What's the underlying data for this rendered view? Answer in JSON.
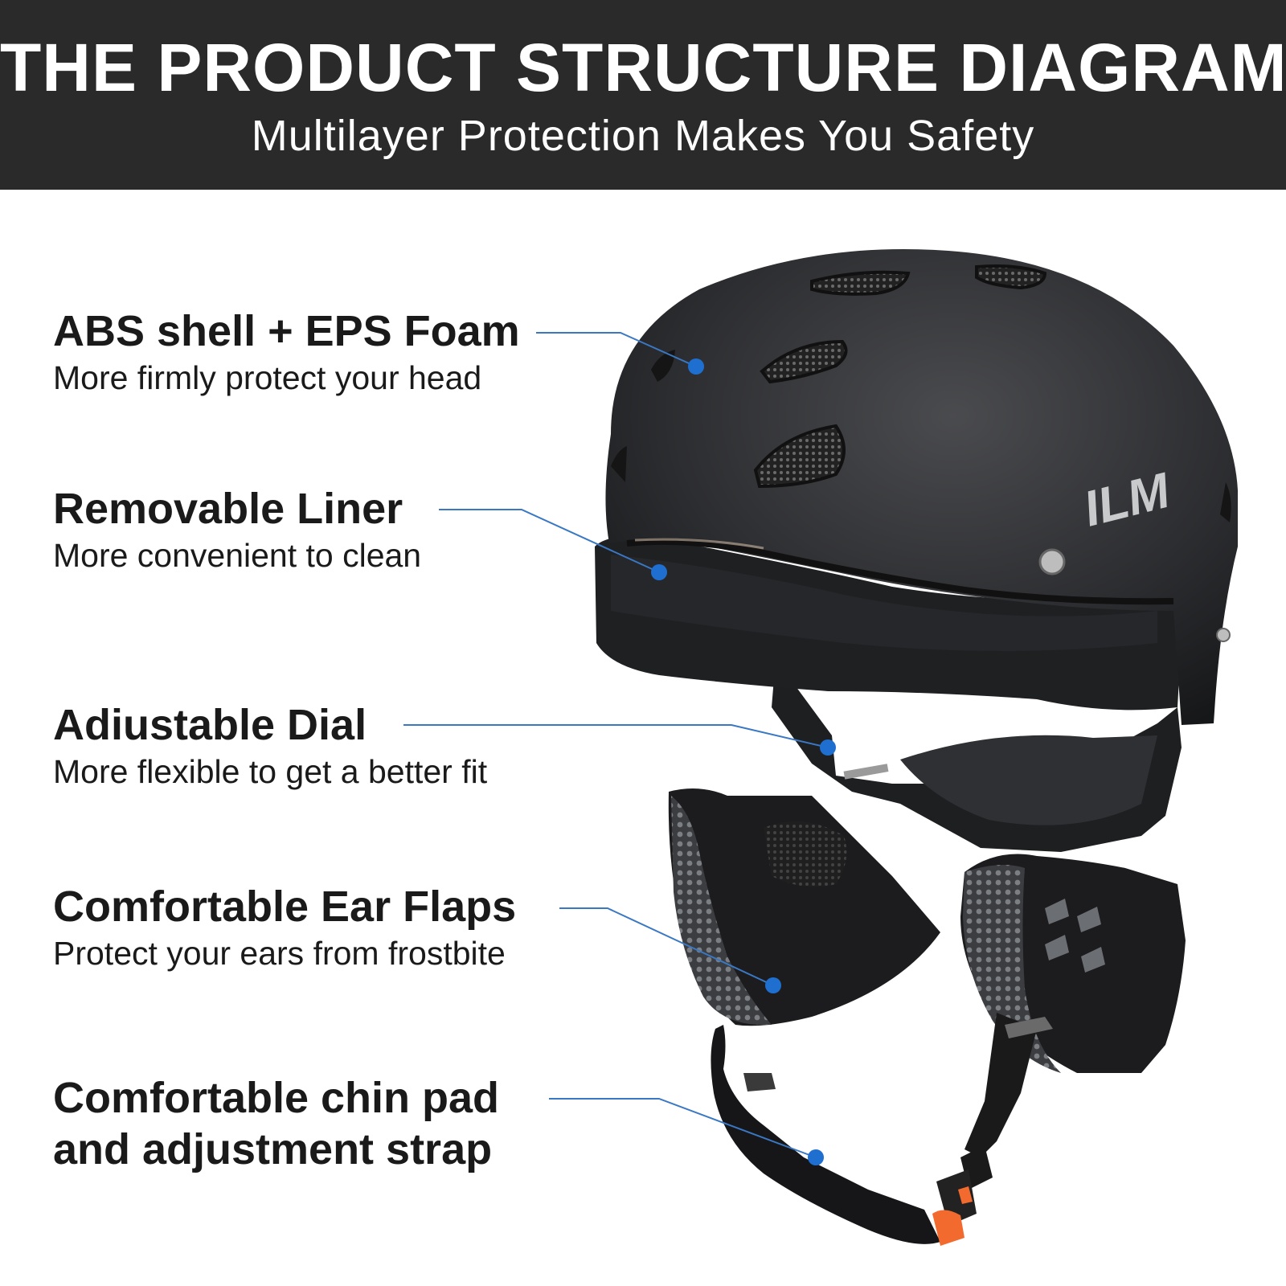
{
  "header": {
    "title": "THE PRODUCT STRUCTURE DIAGRAM",
    "subtitle": "Multilayer Protection Makes You Safety"
  },
  "logo_text": "ILM",
  "colors": {
    "header_bg": "#2a2a2a",
    "accent_line": "#3a78c4",
    "marker": "#1f6fd1",
    "helmet": "#2b2c2e",
    "buckle": "#f26a2e"
  },
  "callouts": [
    {
      "title": "ABS shell + EPS Foam",
      "desc": "More firmly protect your head"
    },
    {
      "title": "Removable Liner",
      "desc": "More convenient to clean"
    },
    {
      "title": "Adiustable Dial",
      "desc": "More flexible to get a better fit"
    },
    {
      "title": "Comfortable Ear Flaps",
      "desc": "Protect your ears from frostbite"
    },
    {
      "title": "Comfortable chin pad",
      "title2": "and adjustment strap"
    }
  ]
}
